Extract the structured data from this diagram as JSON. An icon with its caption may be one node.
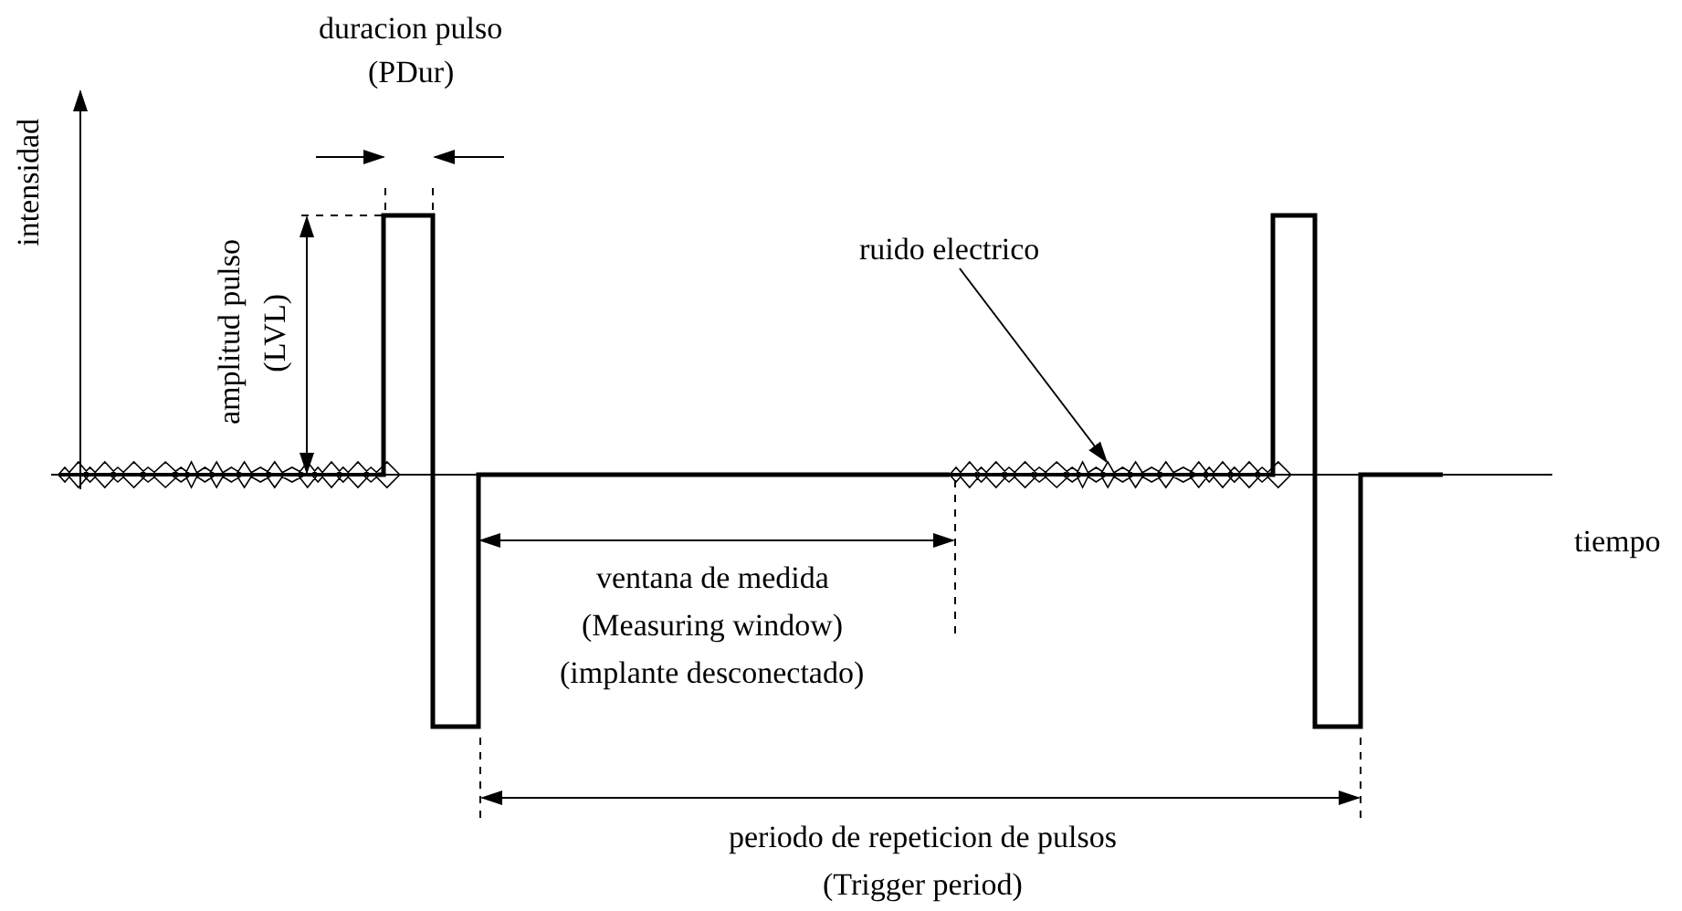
{
  "diagram": {
    "nodes": [
      {
        "text": [
          "ruido electrico"
        ]
      },
      {
        "text": [],
        "shape": "picture"
      }
    ],
    "edges": [
      {
        "from": 0,
        "to": 1,
        "arrow": "to"
      }
    ],
    "labels": [
      "duracion pulso",
      "(PDur)",
      "intensidad",
      "amplitud pulso",
      "(LVL)",
      "tiempo",
      "ventana de medida",
      "(Measuring window)",
      "(implante desconectado)",
      "periodo de repeticion de pulsos",
      "(Trigger period)"
    ]
  }
}
